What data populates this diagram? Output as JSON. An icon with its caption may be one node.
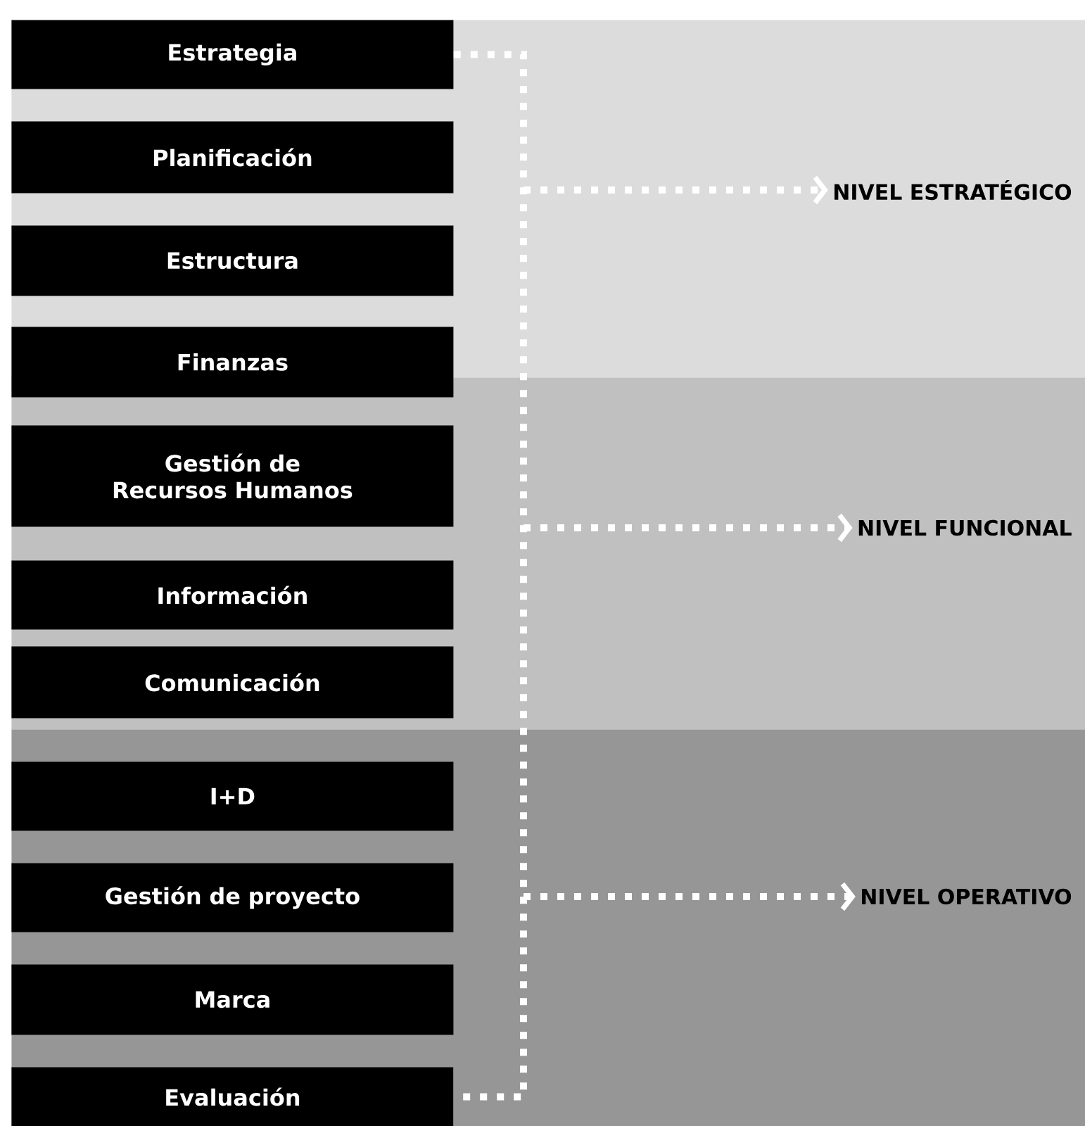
{
  "diagram": {
    "nodes": [
      {
        "text": [],
        "shape": "band"
      },
      {
        "text": [
          "Estrategia"
        ],
        "in": 0
      },
      {
        "text": [
          "Planificación"
        ],
        "in": 0
      },
      {
        "text": [
          "Estructura"
        ],
        "in": 0
      },
      {
        "text": [
          "NIVEL ESTRATÉGICO"
        ],
        "in": 0
      },
      {
        "text": [
          "Finanzas"
        ]
      },
      {
        "text": [],
        "shape": "band"
      },
      {
        "text": [
          "Gestión de Recursos Humanos"
        ],
        "in": 6
      },
      {
        "text": [
          "Información"
        ],
        "in": 6
      },
      {
        "text": [
          "Comunicación"
        ],
        "in": 6
      },
      {
        "text": [
          "NIVEL FUNCIONAL"
        ],
        "in": 6
      },
      {
        "text": [],
        "shape": "band"
      },
      {
        "text": [
          "I+D"
        ],
        "in": 11
      },
      {
        "text": [
          "Gestión de proyecto"
        ],
        "in": 11
      },
      {
        "text": [
          "Marca"
        ],
        "in": 11
      },
      {
        "text": [
          "Evaluación"
        ],
        "in": 11
      },
      {
        "text": [
          "NIVEL OPERATIVO"
        ],
        "in": 11
      }
    ],
    "edges": [
      {
        "from": 1,
        "to": 15,
        "arrow": "none",
        "style": "dashed"
      },
      {
        "from": null,
        "to": 4,
        "arrow": "to",
        "style": "dashed"
      },
      {
        "from": null,
        "to": 10,
        "arrow": "to",
        "style": "dashed"
      },
      {
        "from": null,
        "to": 16,
        "arrow": "to",
        "style": "dashed"
      }
    ]
  }
}
